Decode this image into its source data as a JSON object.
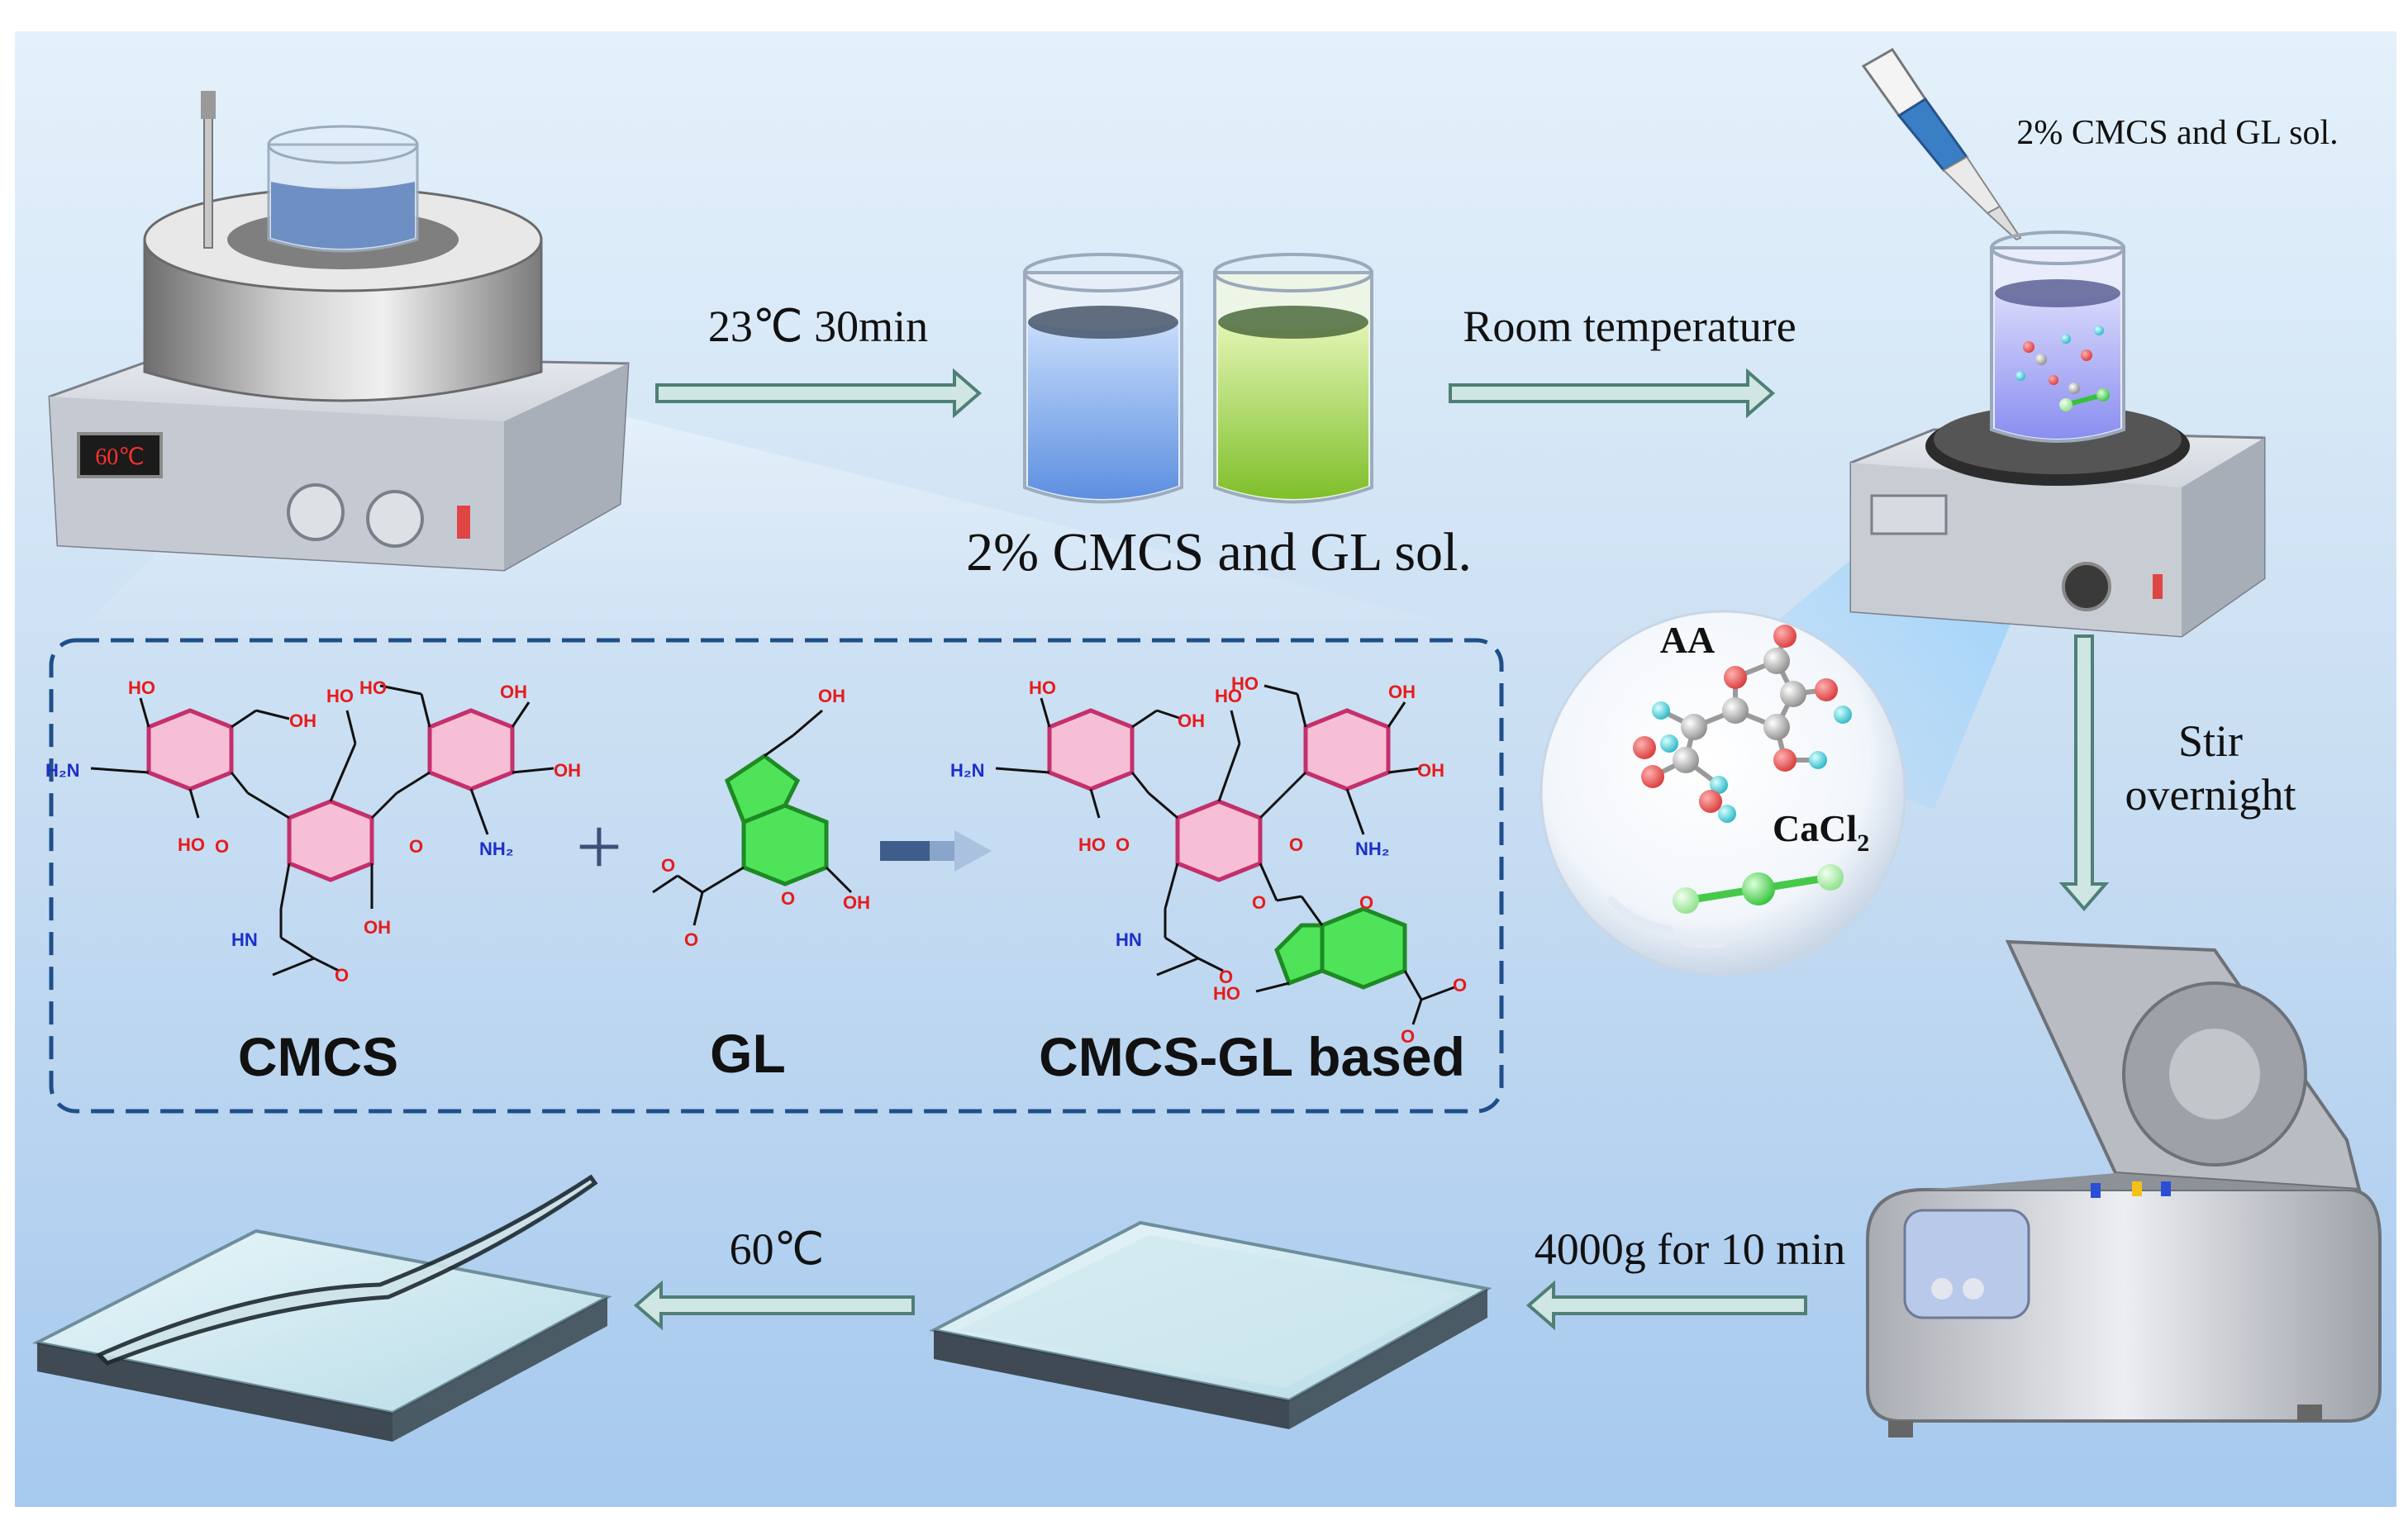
{
  "steps": {
    "heat_display": "60℃",
    "arrow1_label": "23℃ 30min",
    "solutions_label": "2% CMCS and GL sol.",
    "arrow2_label": "Room temperature",
    "pipette_label": "2% CMCS and GL sol.",
    "stir_label_line1": "Stir",
    "stir_label_line2": "overnight",
    "centrifuge_label": "4000g for 10 min",
    "drying_label": "60℃"
  },
  "reaction": {
    "reactant1": "CMCS",
    "reactant2": "GL",
    "product": "CMCS-GL based",
    "plus": "+"
  },
  "inset": {
    "molecule1": "AA",
    "molecule2_main": "CaCl",
    "molecule2_sub": "2"
  },
  "chem_labels": {
    "oh": "OH",
    "ho": "HO",
    "h2n": "H₂N",
    "nh2": "NH₂",
    "hn": "HN",
    "o": "O"
  },
  "colors": {
    "background_top": "#e4f1fb",
    "background_bottom": "#a6c9ee",
    "arrow_fill": "#cfe6e2",
    "arrow_stroke": "#4f7f77",
    "dashed_border": "#1f4f8a",
    "sugar_ring": "#f7bfd6",
    "sugar_ring_stroke": "#c4306c",
    "gl_ring": "#4fe35a",
    "hydroxyl_red": "#e51c1c",
    "amine_blue": "#1c2fc9",
    "cmcs_solution": "#8fb4ec",
    "gl_solution": "#a6d85e"
  }
}
